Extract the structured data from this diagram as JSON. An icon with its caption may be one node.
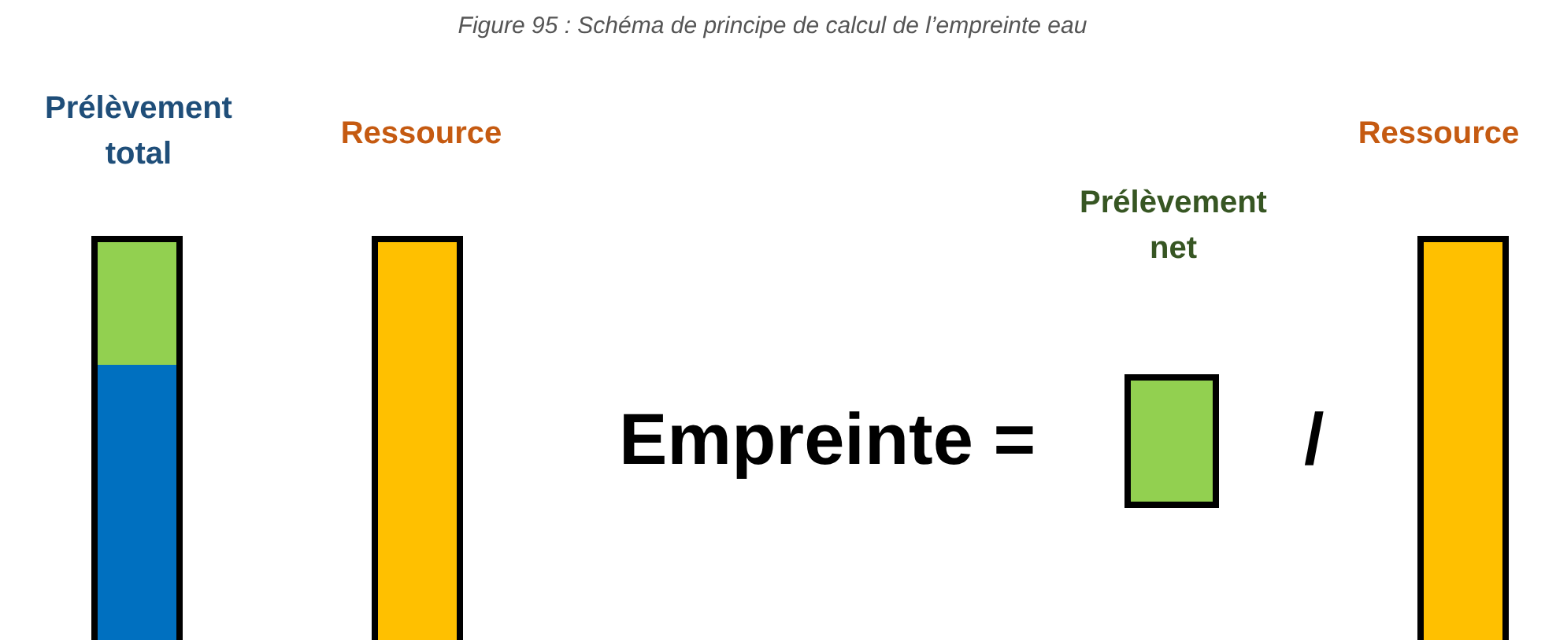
{
  "diagram": {
    "caption": "Figure 95 : Schéma de principe de calcul de l’empreinte eau",
    "nodes": [
      {
        "text": [
          "Prélèvement total"
        ]
      },
      {
        "text": [],
        "shape": "bar",
        "in": 0
      },
      {
        "text": [],
        "shape": "bar",
        "in": 0
      },
      {
        "text": [
          "Ressource"
        ]
      },
      {
        "text": [
          "Prélèvement net"
        ]
      },
      {
        "text": [
          "Ressource"
        ]
      }
    ],
    "labels": [
      "Empreinte =",
      "/"
    ]
  }
}
